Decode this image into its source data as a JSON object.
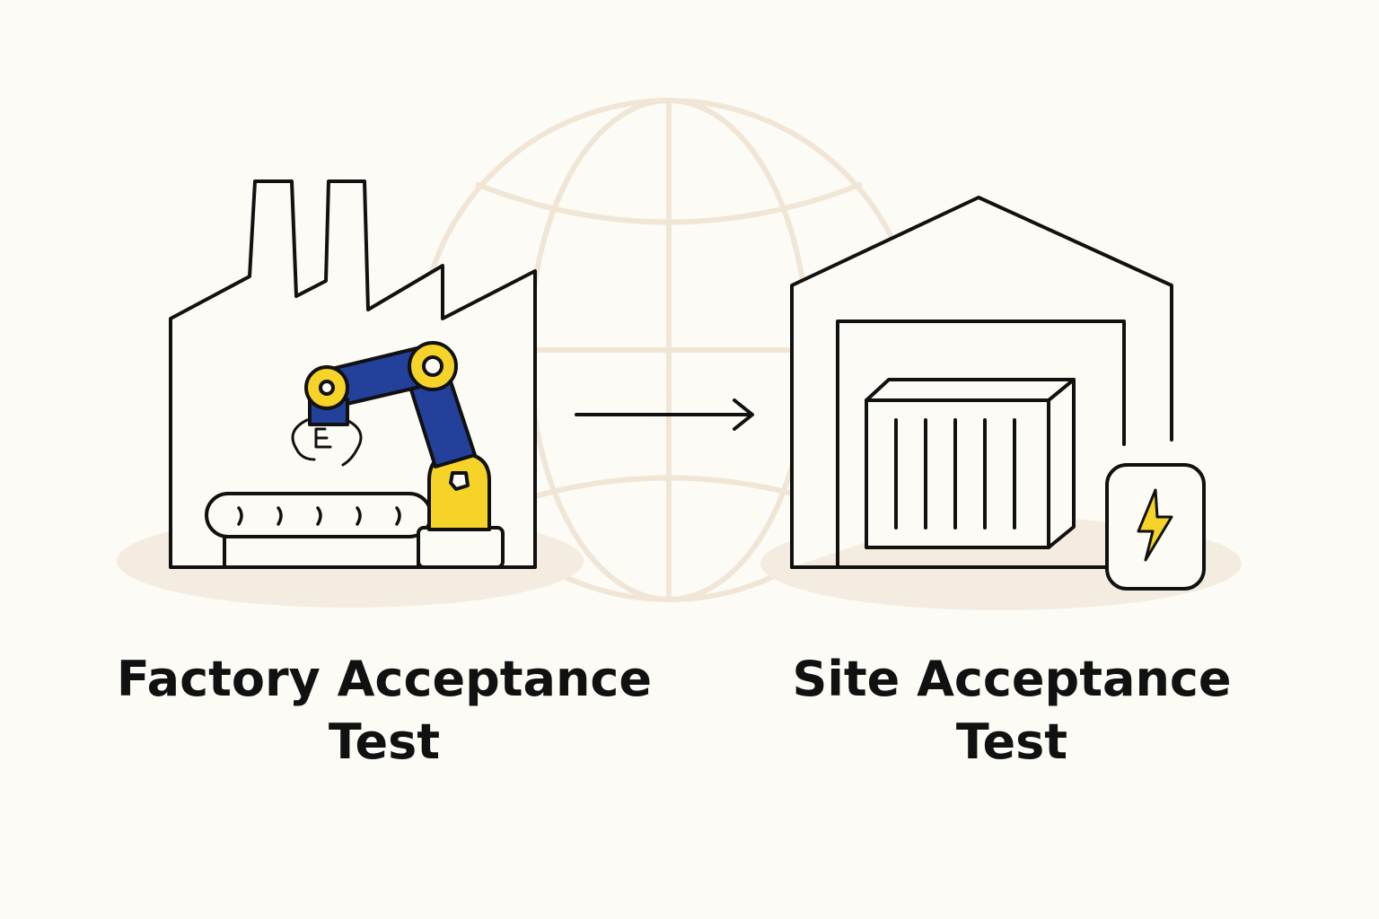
{
  "colors": {
    "background": "#fcfbf6",
    "outline": "#111111",
    "globe": "#f1e6d6",
    "shadow": "#f4ece0",
    "robot_blue": "#23409a",
    "robot_yellow": "#f5d328"
  },
  "icons": {
    "globe": "globe-icon",
    "factory": "factory-icon",
    "robot_arm": "robot-arm-icon",
    "conveyor": "conveyor-belt-icon",
    "arrow": "arrow-right-icon",
    "warehouse": "warehouse-icon",
    "container": "shipping-container-icon",
    "power": "lightning-bolt-icon"
  },
  "captions": {
    "factory": {
      "line1": "Factory Acceptance",
      "line2": "Test"
    },
    "site": {
      "line1": "Site Acceptance",
      "line2": "Test"
    }
  }
}
